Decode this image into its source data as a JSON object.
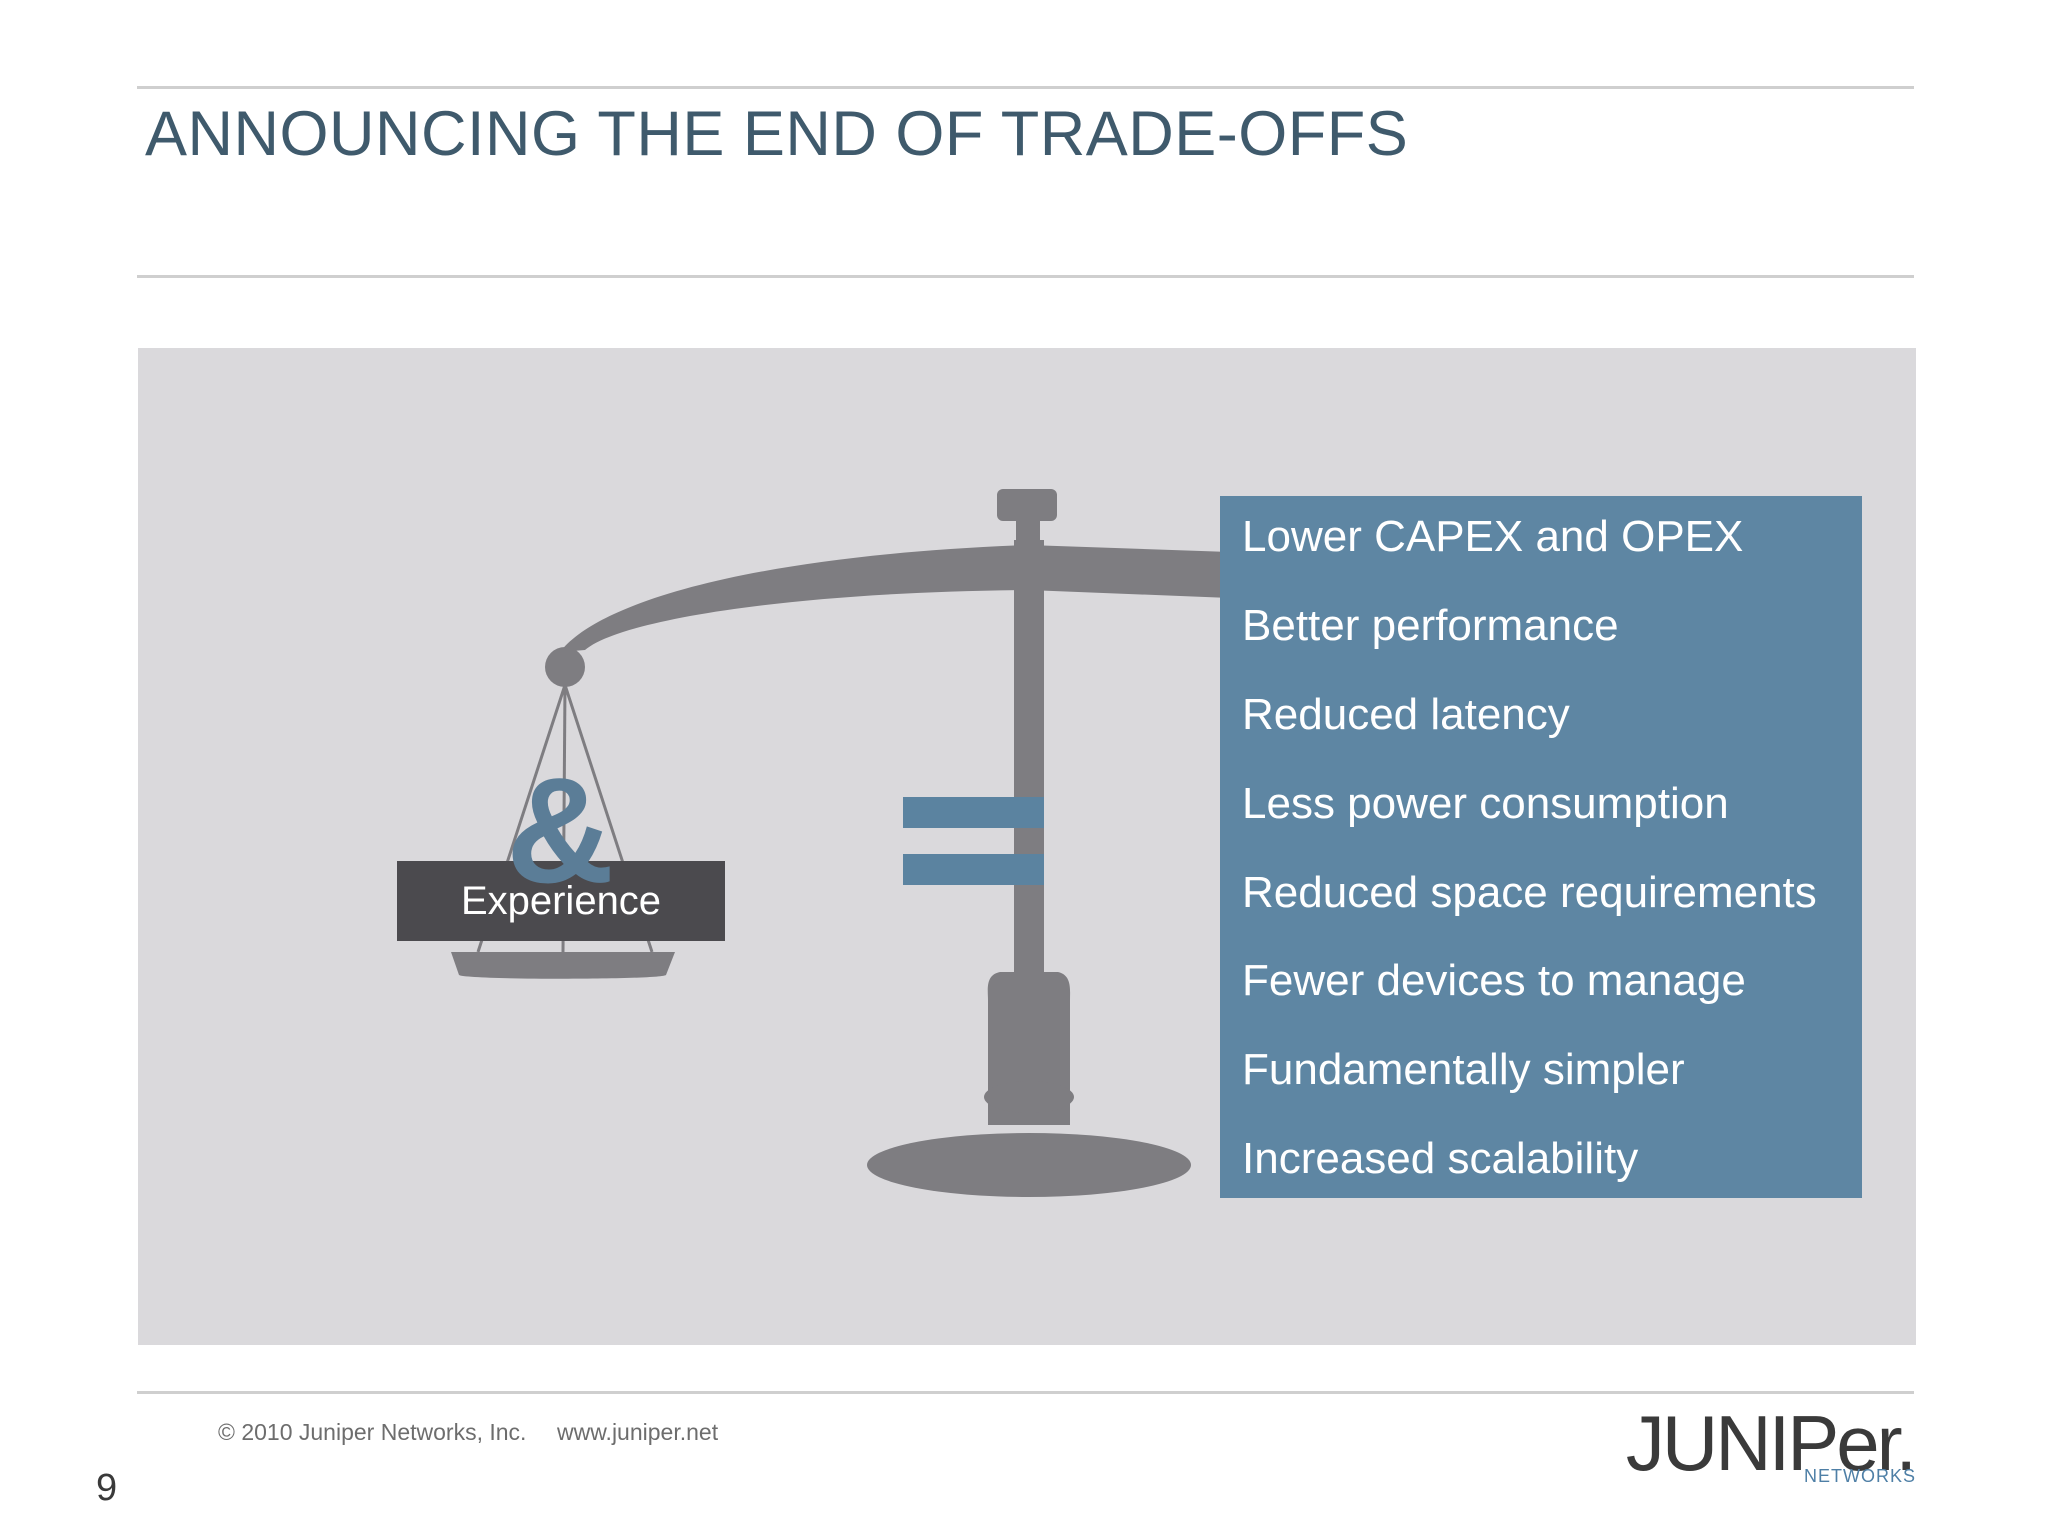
{
  "slide": {
    "title": "ANNOUNCING THE END OF TRADE-OFFS",
    "page_number": "9"
  },
  "scale": {
    "left_label": "Experience",
    "ampersand": "&",
    "benefits": [
      "Lower CAPEX and OPEX",
      "Better performance",
      "Reduced latency",
      "Less power consumption",
      "Reduced space requirements",
      "Fewer devices to manage",
      "Fundamentally simpler",
      "Increased scalability"
    ]
  },
  "footer": {
    "copyright": "© 2010 Juniper Networks, Inc.",
    "website": "www.juniper.net",
    "logo_word": "JUNIPer.",
    "logo_sub": "NETWORKS"
  },
  "colors": {
    "title": "#3f5a6c",
    "panel": "#dad9dc",
    "scale_metal": "#7e7d81",
    "accent_blue": "#5e86a3",
    "label_dark": "#4b4a4e"
  }
}
